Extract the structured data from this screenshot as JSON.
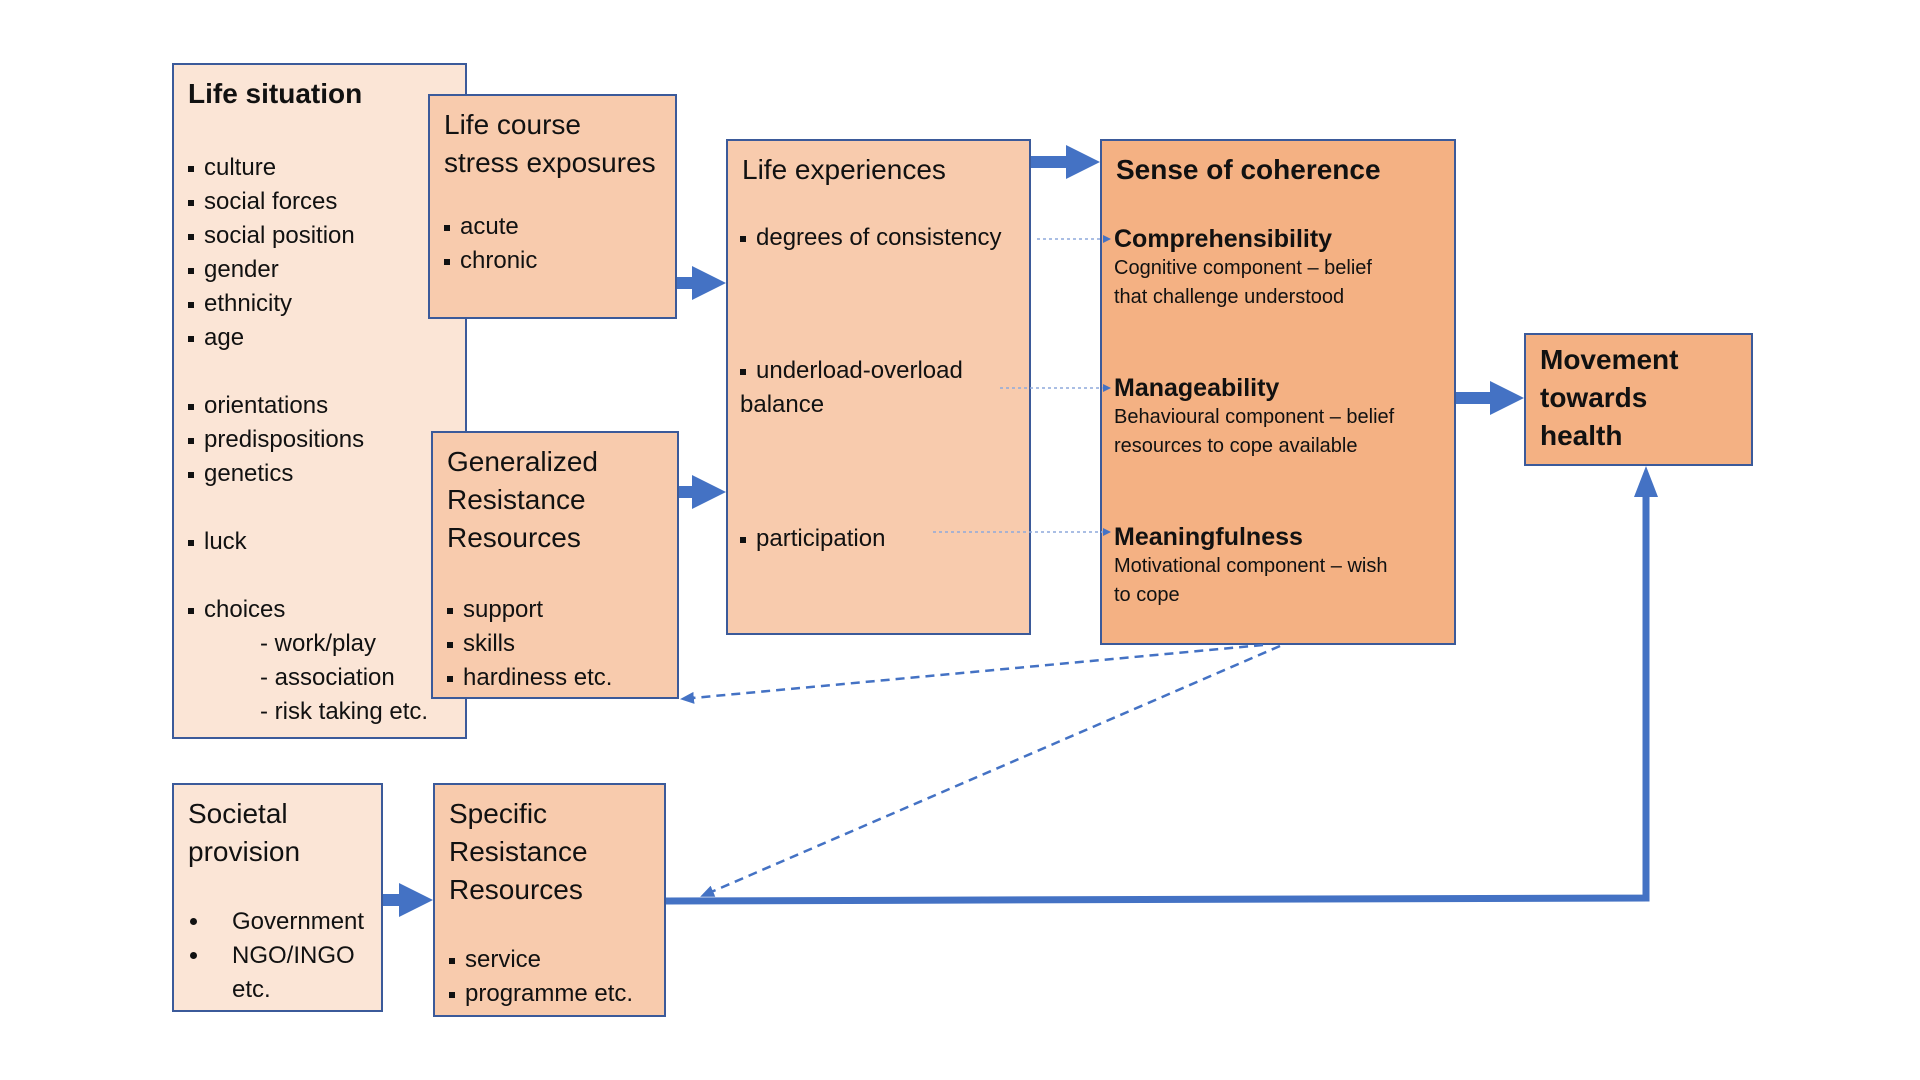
{
  "colors": {
    "arrow": "#4472C4",
    "border": "#3B5A9A",
    "fill_light": "#FBE5D6",
    "fill_mid": "#F8CBAD",
    "fill_dark": "#F4B183"
  },
  "life_situation": {
    "title": "Life situation",
    "items": [
      "culture",
      "social forces",
      "social position",
      "gender",
      "ethnicity",
      "age",
      "orientations",
      "predispositions",
      "genetics",
      "luck",
      "choices"
    ],
    "choices_sub": [
      "- work/play",
      "- association",
      "- risk taking etc."
    ]
  },
  "life_course": {
    "title_line1": "Life course",
    "title_line2": "stress exposures",
    "items": [
      "acute",
      "chronic"
    ]
  },
  "grr": {
    "title_line1": "Generalized",
    "title_line2": "Resistance",
    "title_line3": "Resources",
    "items": [
      "support",
      "skills",
      "hardiness etc."
    ]
  },
  "life_experiences": {
    "title": "Life experiences",
    "items": [
      "degrees of consistency",
      "underload-overload",
      "participation"
    ],
    "item2_cont": "balance"
  },
  "soc": {
    "title": "Sense of coherence",
    "components": [
      {
        "name": "Comprehensibility",
        "desc_line1": "Cognitive component – belief",
        "desc_line2": "that challenge understood"
      },
      {
        "name": "Manageability",
        "desc_line1": "Behavioural component – belief",
        "desc_line2": "resources to cope available"
      },
      {
        "name": "Meaningfulness",
        "desc_line1": "Motivational component – wish",
        "desc_line2": "to cope"
      }
    ]
  },
  "movement": {
    "line1": "Movement",
    "line2": "towards",
    "line3": "health"
  },
  "societal": {
    "title_line1": "Societal",
    "title_line2": "provision",
    "items": [
      "Government",
      "NGO/INGO"
    ],
    "item2_cont": "etc."
  },
  "srr": {
    "title_line1": "Specific",
    "title_line2": "Resistance",
    "title_line3": "Resources",
    "items": [
      "service",
      "programme etc."
    ]
  }
}
